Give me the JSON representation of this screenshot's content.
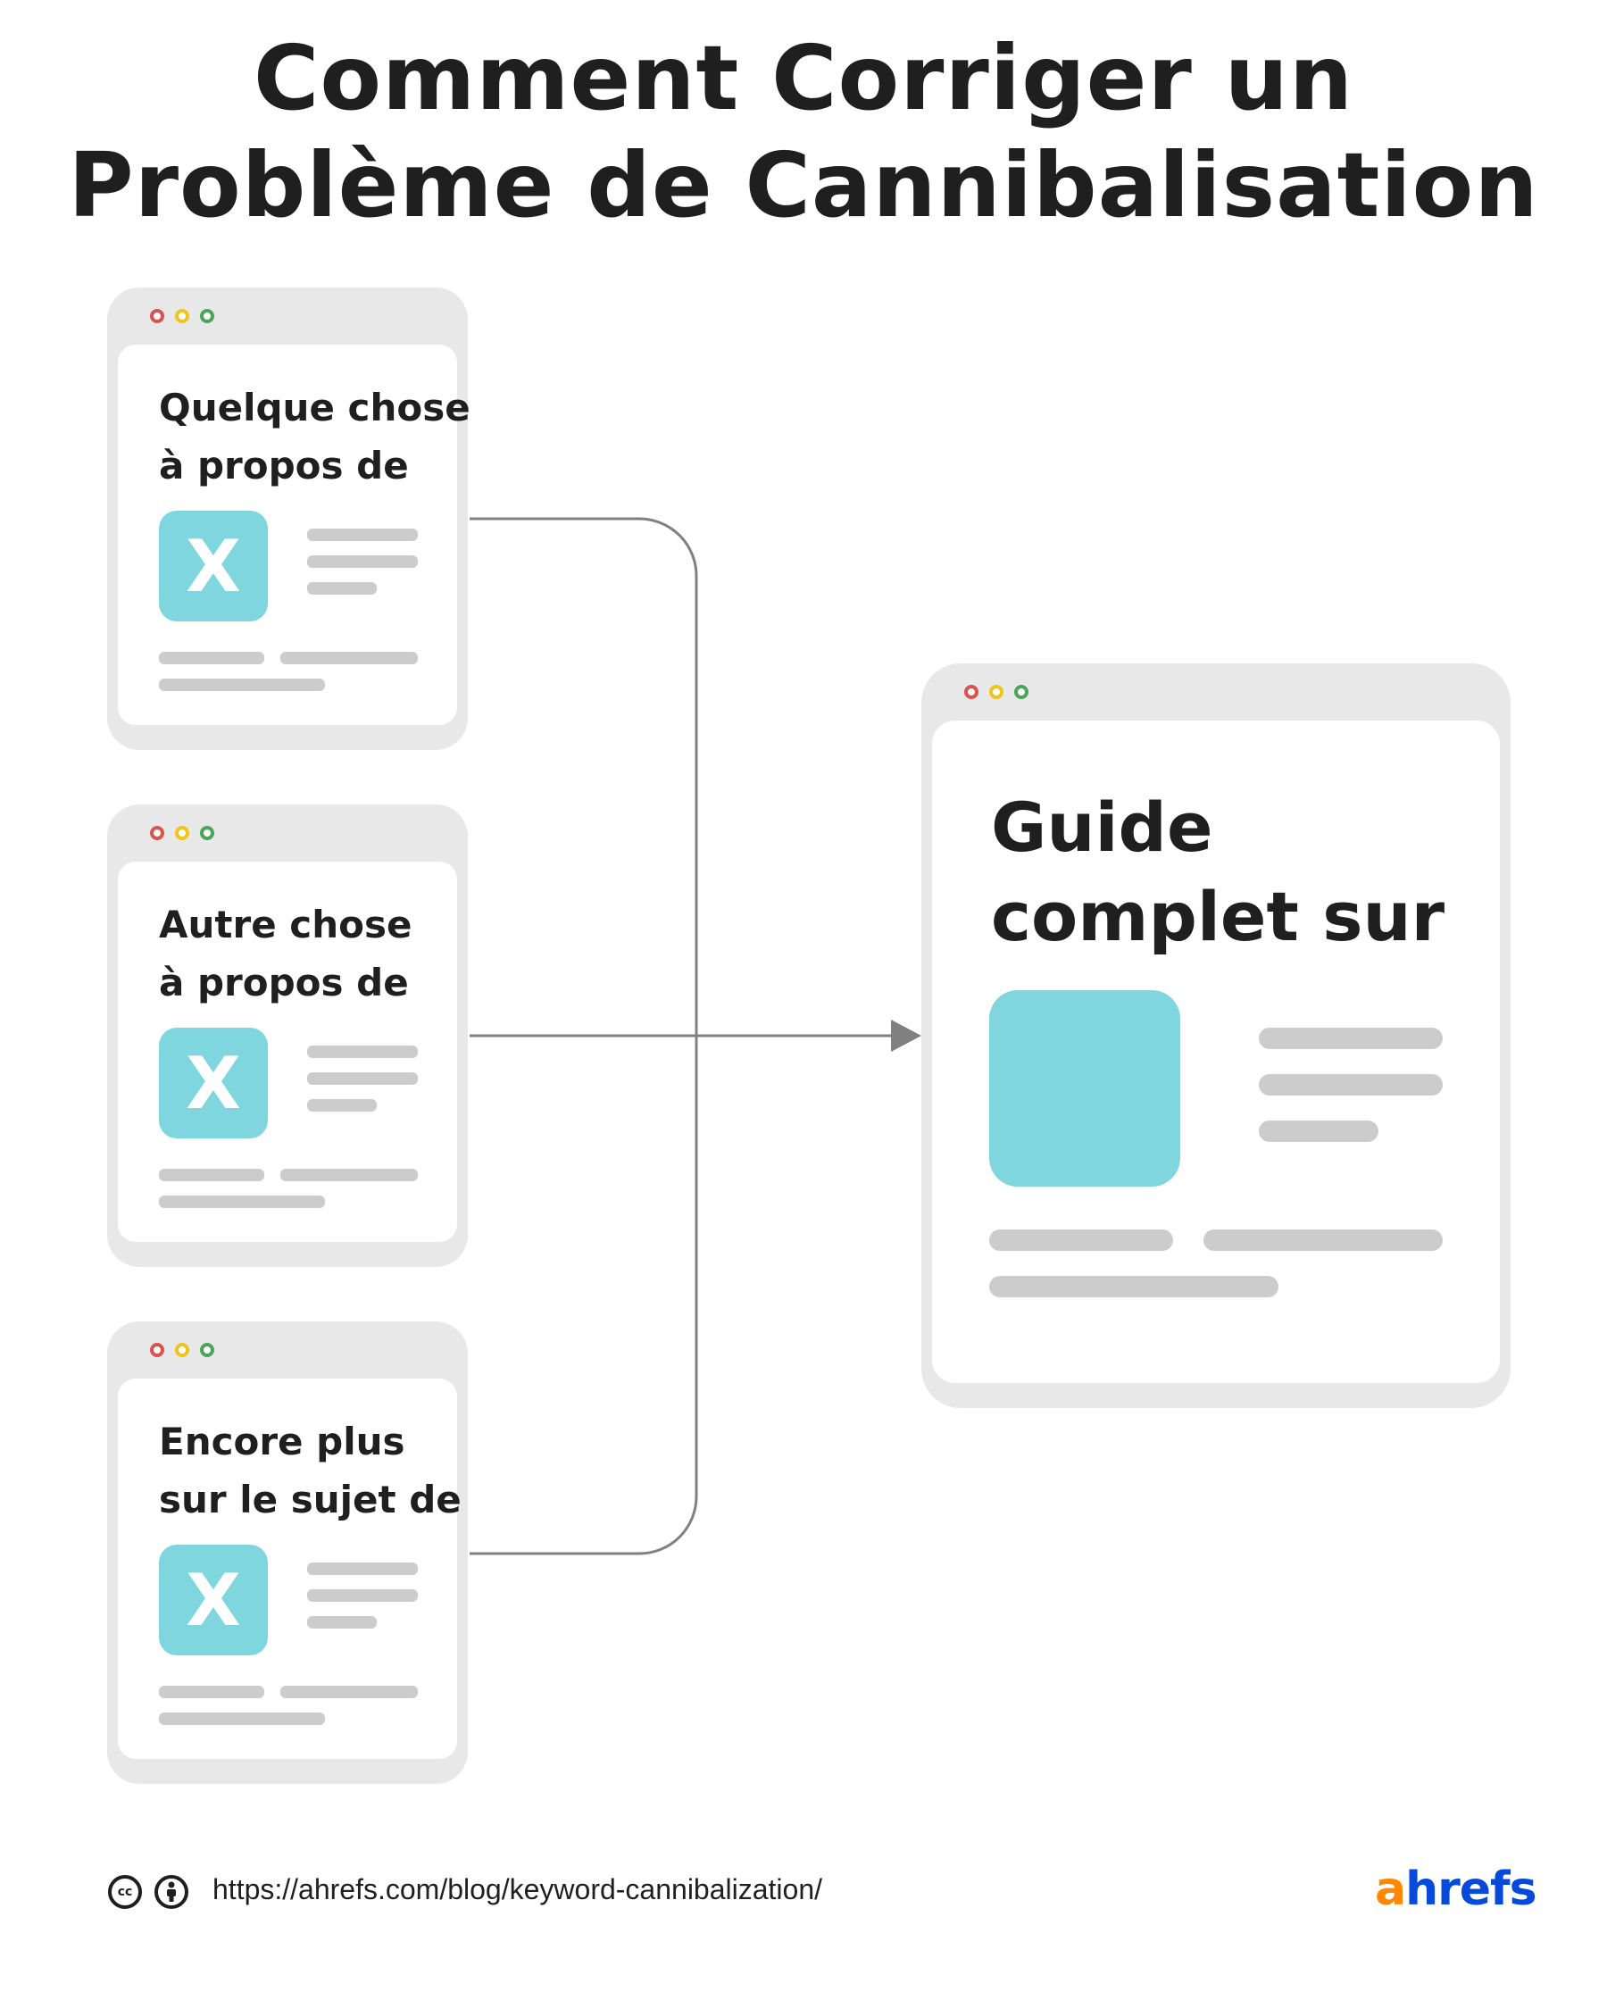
{
  "title": {
    "line1": "Comment Corriger un",
    "line2": "Problème de Cannibalisation"
  },
  "source_pages": [
    {
      "line1": "Quelque chose",
      "line2": "à propos de",
      "thumb_label": "X"
    },
    {
      "line1": "Autre chose",
      "line2": "à propos de",
      "thumb_label": "X"
    },
    {
      "line1": "Encore plus",
      "line2": "sur le sujet de",
      "thumb_label": "X"
    }
  ],
  "target_page": {
    "line1": "Guide",
    "line2": "complet sur"
  },
  "colors": {
    "dot_red": "#d9534f",
    "dot_yellow": "#f0c419",
    "dot_green": "#4aa55a",
    "thumbnail": "#7fd6de",
    "placeholder_line": "#cccccc",
    "connector": "#808080",
    "logo_orange": "#ff8800",
    "logo_blue": "#054ada"
  },
  "footer": {
    "url": "https://ahrefs.com/blog/keyword-cannibalization/",
    "license_icons": [
      "creative-commons-icon",
      "attribution-icon"
    ],
    "logo_a": "a",
    "logo_rest": "hrefs"
  }
}
